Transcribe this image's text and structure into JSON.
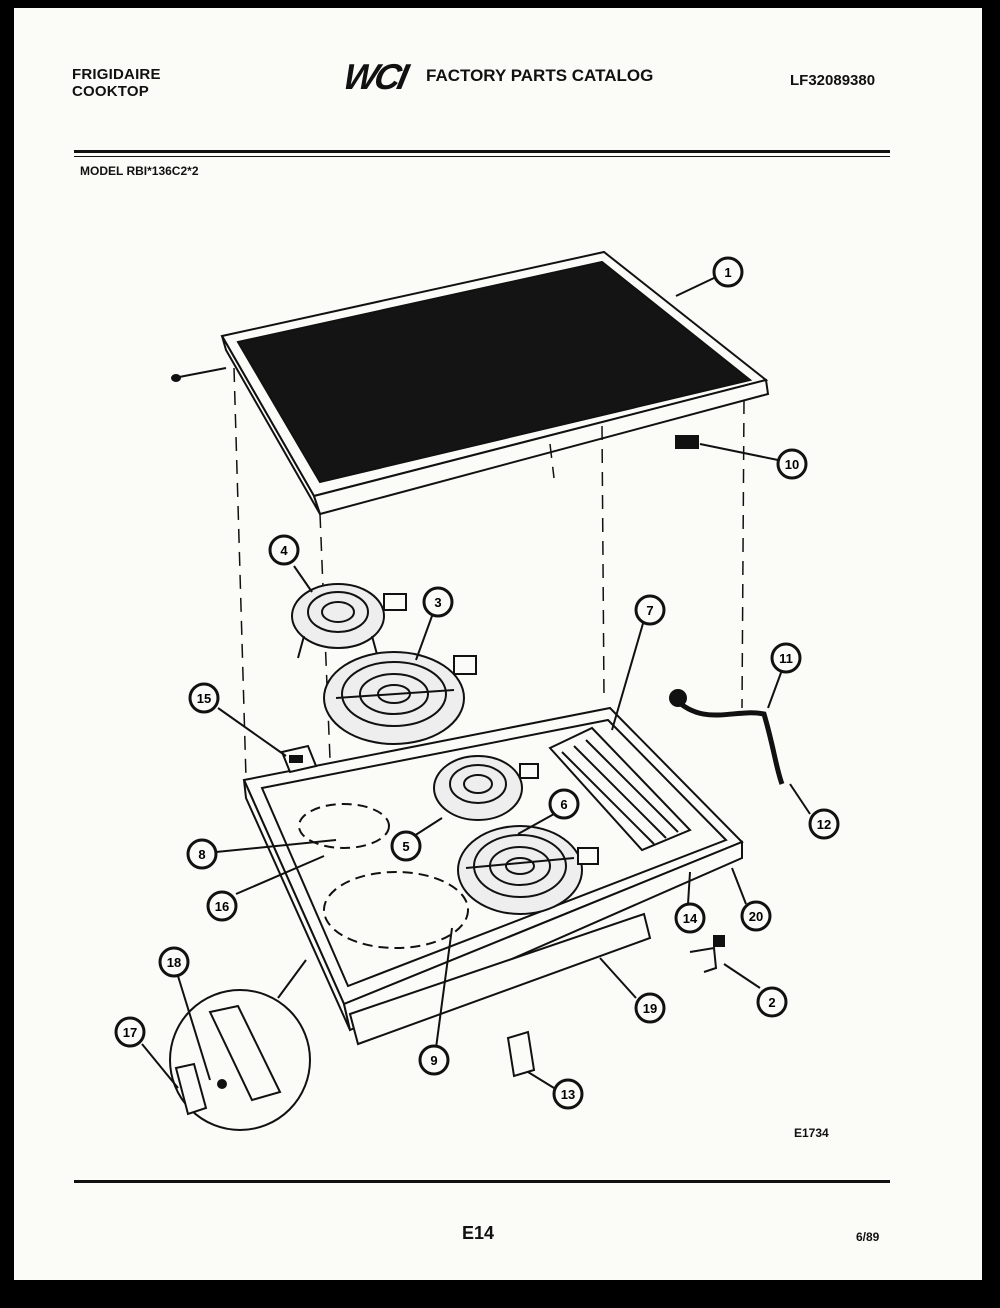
{
  "header": {
    "brand_line1": "FRIGIDAIRE",
    "brand_line2": "COOKTOP",
    "logo": "WCI",
    "catalog_title": "FACTORY PARTS CATALOG",
    "catalog_code": "LF32089380",
    "model": "MODEL RBI*136C2*2"
  },
  "diagram": {
    "figure_id": "E1734",
    "callouts": [
      "1",
      "10",
      "4",
      "3",
      "7",
      "11",
      "15",
      "12",
      "6",
      "5",
      "8",
      "16",
      "14",
      "20",
      "2",
      "18",
      "19",
      "17",
      "9",
      "13"
    ]
  },
  "footer": {
    "page": "E14",
    "date": "6/89"
  }
}
